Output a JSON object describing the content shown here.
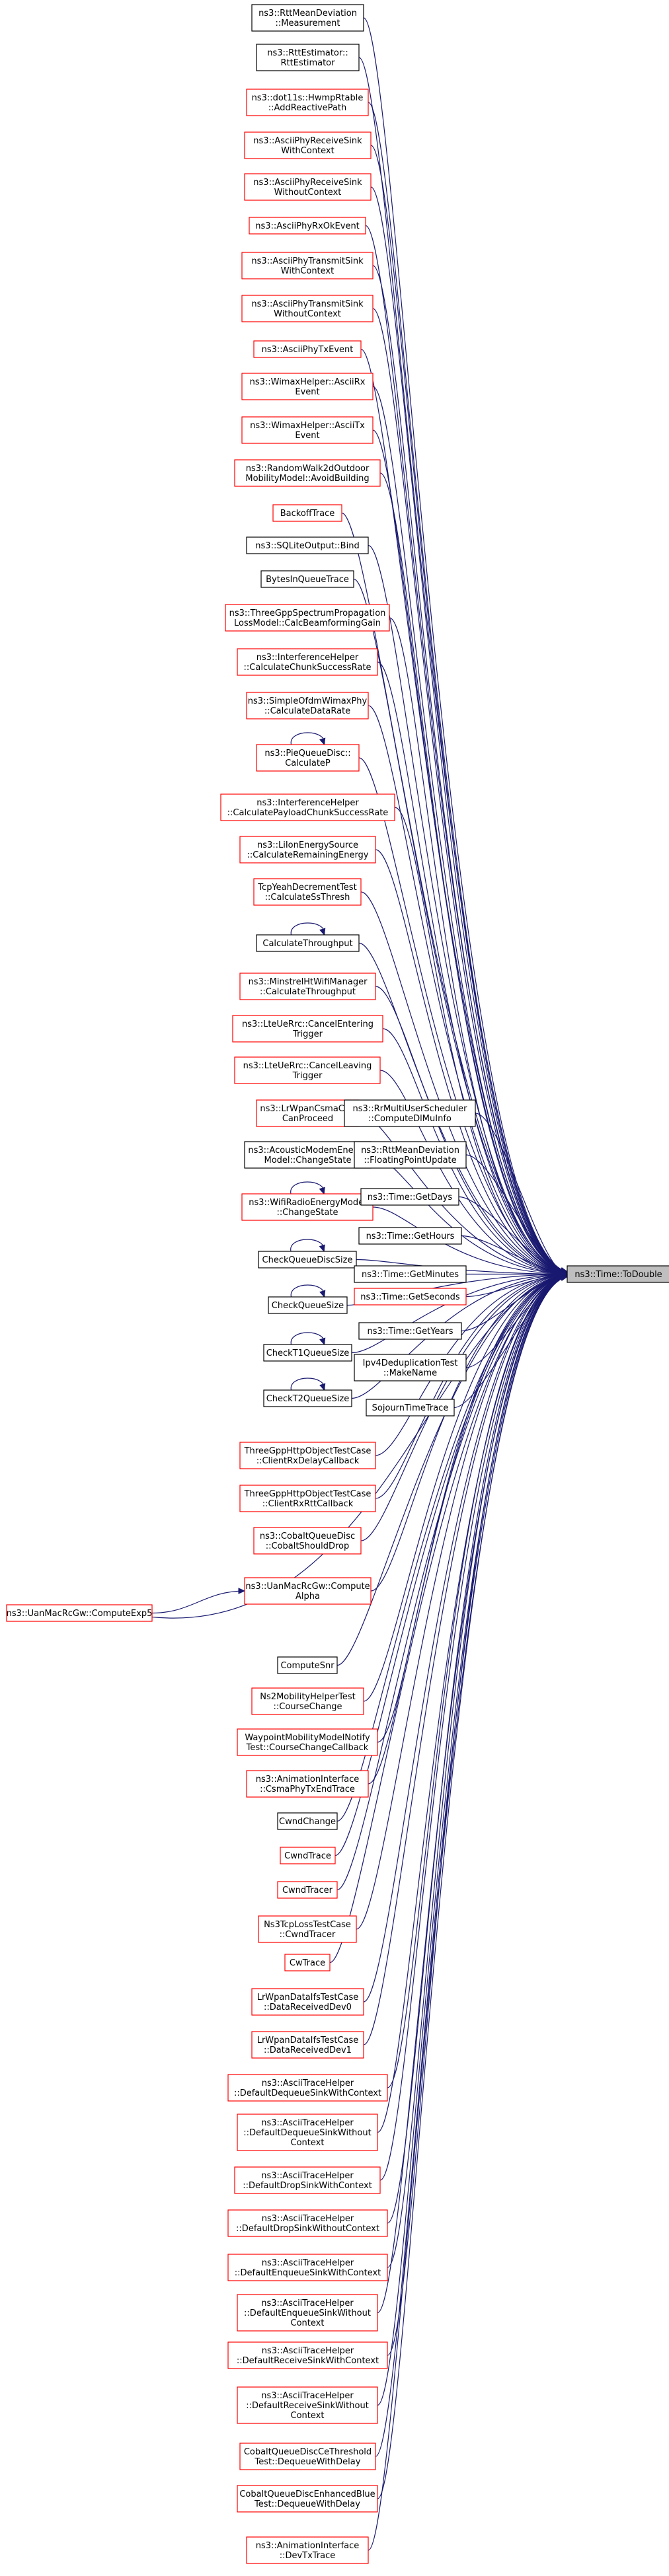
{
  "graph": {
    "title": "ns3::Time::ToDouble call graph",
    "colors": {
      "edge": "#191970",
      "node_fill": "#ffffff",
      "border_documented": "#000000",
      "border_undocumented": "#ff0000",
      "target_fill": "#bfbfbf"
    },
    "target": {
      "label": [
        "ns3::Time::ToDouble"
      ]
    },
    "left_nodes": [
      {
        "label": [
          "ns3::RttMeanDeviation",
          "::Measurement"
        ],
        "red": false
      },
      {
        "label": [
          "ns3::RttEstimator::",
          "RttEstimator"
        ],
        "red": false
      },
      {
        "label": [
          "ns3::dot11s::HwmpRtable",
          "::AddReactivePath"
        ],
        "red": true
      },
      {
        "label": [
          "ns3::AsciiPhyReceiveSink",
          "WithContext"
        ],
        "red": true
      },
      {
        "label": [
          "ns3::AsciiPhyReceiveSink",
          "WithoutContext"
        ],
        "red": true
      },
      {
        "label": [
          "ns3::AsciiPhyRxOkEvent"
        ],
        "red": true
      },
      {
        "label": [
          "ns3::AsciiPhyTransmitSink",
          "WithContext"
        ],
        "red": true
      },
      {
        "label": [
          "ns3::AsciiPhyTransmitSink",
          "WithoutContext"
        ],
        "red": true
      },
      {
        "label": [
          "ns3::AsciiPhyTxEvent"
        ],
        "red": true
      },
      {
        "label": [
          "ns3::WimaxHelper::AsciiRx",
          "Event"
        ],
        "red": true
      },
      {
        "label": [
          "ns3::WimaxHelper::AsciiTx",
          "Event"
        ],
        "red": true
      },
      {
        "label": [
          "ns3::RandomWalk2dOutdoor",
          "MobilityModel::AvoidBuilding"
        ],
        "red": true
      },
      {
        "label": [
          "BackoffTrace"
        ],
        "red": true
      },
      {
        "label": [
          "ns3::SQLiteOutput::Bind"
        ],
        "red": false
      },
      {
        "label": [
          "BytesInQueueTrace"
        ],
        "red": false
      },
      {
        "label": [
          "ns3::ThreeGppSpectrumPropagation",
          "LossModel::CalcBeamformingGain"
        ],
        "red": true
      },
      {
        "label": [
          "ns3::InterferenceHelper",
          "::CalculateChunkSuccessRate"
        ],
        "red": true
      },
      {
        "label": [
          "ns3::SimpleOfdmWimaxPhy",
          "::CalculateDataRate"
        ],
        "red": true
      },
      {
        "label": [
          "ns3::PieQueueDisc::",
          "CalculateP"
        ],
        "red": true,
        "self": true
      },
      {
        "label": [
          "ns3::InterferenceHelper",
          "::CalculatePayloadChunkSuccessRate"
        ],
        "red": true
      },
      {
        "label": [
          "ns3::LiIonEnergySource",
          "::CalculateRemainingEnergy"
        ],
        "red": true
      },
      {
        "label": [
          "TcpYeahDecrementTest",
          "::CalculateSsThresh"
        ],
        "red": true
      },
      {
        "label": [
          "CalculateThroughput"
        ],
        "red": false,
        "self": true
      },
      {
        "label": [
          "ns3::MinstrelHtWifiManager",
          "::CalculateThroughput"
        ],
        "red": true
      },
      {
        "label": [
          "ns3::LteUeRrc::CancelEntering",
          "Trigger"
        ],
        "red": true
      },
      {
        "label": [
          "ns3::LteUeRrc::CancelLeaving",
          "Trigger"
        ],
        "red": true
      },
      {
        "label": [
          "ns3::LrWpanCsmaCa::",
          "CanProceed"
        ],
        "red": true
      },
      {
        "label": [
          "ns3::AcousticModemEnergy",
          "Model::ChangeState"
        ],
        "red": false
      },
      {
        "label": [
          "ns3::WifiRadioEnergyModel",
          "::ChangeState"
        ],
        "red": true,
        "self": true
      },
      {
        "label": [
          "CheckQueueDiscSize"
        ],
        "red": false,
        "self": true
      },
      {
        "label": [
          "CheckQueueSize"
        ],
        "red": false,
        "self": true
      },
      {
        "label": [
          "CheckT1QueueSize"
        ],
        "red": false,
        "self": true
      },
      {
        "label": [
          "CheckT2QueueSize"
        ],
        "red": false,
        "self": true
      },
      {
        "label": [
          "ThreeGppHttpObjectTestCase",
          "::ClientRxDelayCallback"
        ],
        "red": true
      },
      {
        "label": [
          "ThreeGppHttpObjectTestCase",
          "::ClientRxRttCallback"
        ],
        "red": true
      },
      {
        "label": [
          "ns3::CobaltQueueDisc",
          "::CobaltShouldDrop"
        ],
        "red": true
      },
      {
        "label": [
          "ns3::UanMacRcGw::Compute",
          "Alpha"
        ],
        "red": true
      },
      {
        "label": [
          "ComputeSnr"
        ],
        "red": false
      },
      {
        "label": [
          "Ns2MobilityHelperTest",
          "::CourseChange"
        ],
        "red": true
      },
      {
        "label": [
          "WaypointMobilityModelNotify",
          "Test::CourseChangeCallback"
        ],
        "red": true
      },
      {
        "label": [
          "ns3::AnimationInterface",
          "::CsmaPhyTxEndTrace"
        ],
        "red": true
      },
      {
        "label": [
          "CwndChange"
        ],
        "red": false
      },
      {
        "label": [
          "CwndTrace"
        ],
        "red": true
      },
      {
        "label": [
          "CwndTracer"
        ],
        "red": true
      },
      {
        "label": [
          "Ns3TcpLossTestCase",
          "::CwndTracer"
        ],
        "red": true
      },
      {
        "label": [
          "CwTrace"
        ],
        "red": true
      },
      {
        "label": [
          "LrWpanDataIfsTestCase",
          "::DataReceivedDev0"
        ],
        "red": true
      },
      {
        "label": [
          "LrWpanDataIfsTestCase",
          "::DataReceivedDev1"
        ],
        "red": true
      },
      {
        "label": [
          "ns3::AsciiTraceHelper",
          "::DefaultDequeueSinkWithContext"
        ],
        "red": true
      },
      {
        "label": [
          "ns3::AsciiTraceHelper",
          "::DefaultDequeueSinkWithout",
          "Context"
        ],
        "red": true
      },
      {
        "label": [
          "ns3::AsciiTraceHelper",
          "::DefaultDropSinkWithContext"
        ],
        "red": true
      },
      {
        "label": [
          "ns3::AsciiTraceHelper",
          "::DefaultDropSinkWithoutContext"
        ],
        "red": true
      },
      {
        "label": [
          "ns3::AsciiTraceHelper",
          "::DefaultEnqueueSinkWithContext"
        ],
        "red": true
      },
      {
        "label": [
          "ns3::AsciiTraceHelper",
          "::DefaultEnqueueSinkWithout",
          "Context"
        ],
        "red": true
      },
      {
        "label": [
          "ns3::AsciiTraceHelper",
          "::DefaultReceiveSinkWithContext"
        ],
        "red": true
      },
      {
        "label": [
          "ns3::AsciiTraceHelper",
          "::DefaultReceiveSinkWithout",
          "Context"
        ],
        "red": true
      },
      {
        "label": [
          "CobaltQueueDiscCeThreshold",
          "Test::DequeueWithDelay"
        ],
        "red": true
      },
      {
        "label": [
          "CobaltQueueDiscEnhancedBlue",
          "Test::DequeueWithDelay"
        ],
        "red": true
      },
      {
        "label": [
          "ns3::AnimationInterface",
          "::DevTxTrace"
        ],
        "red": true
      }
    ],
    "far_left_node": {
      "label": [
        "ns3::UanMacRcGw::ComputeExp5"
      ],
      "red": true
    },
    "mid_nodes": [
      {
        "label": [
          "ns3::RrMultiUserScheduler",
          "::ComputeDlMuInfo"
        ],
        "red": false
      },
      {
        "label": [
          "ns3::RttMeanDeviation",
          "::FloatingPointUpdate"
        ],
        "red": false
      },
      {
        "label": [
          "ns3::Time::GetDays"
        ],
        "red": false
      },
      {
        "label": [
          "ns3::Time::GetHours"
        ],
        "red": false
      },
      {
        "label": [
          "ns3::Time::GetMinutes"
        ],
        "red": false
      },
      {
        "label": [
          "ns3::Time::GetSeconds"
        ],
        "red": true
      },
      {
        "label": [
          "ns3::Time::GetYears"
        ],
        "red": false
      },
      {
        "label": [
          "Ipv4DeduplicationTest",
          "::MakeName"
        ],
        "red": false
      },
      {
        "label": [
          "SojournTimeTrace"
        ],
        "red": false
      }
    ]
  }
}
